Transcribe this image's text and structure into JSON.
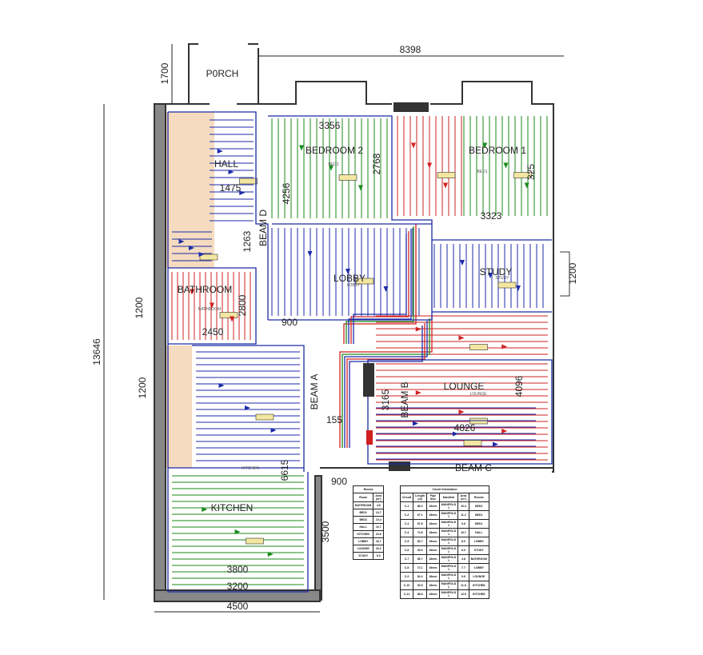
{
  "dimensions": {
    "top_width": "8398",
    "porch_depth": "1700",
    "overall_height": "13646",
    "bottom_width": "4500",
    "window_left_1": "1200",
    "window_left_2": "1200",
    "window_right": "1200"
  },
  "rooms": {
    "porch": {
      "label": "P0RCH"
    },
    "hall": {
      "label": "HALL",
      "dim_w": "1475",
      "dim_a": "4256",
      "dim_b": "1263"
    },
    "bedroom2": {
      "label": "BEDROOM 2",
      "tag": "BED2",
      "dim_w": "3356",
      "dim_h": "2768"
    },
    "bedroom1": {
      "label": "BEDROOM 1",
      "tag": "BED1",
      "dim_w": "3323",
      "dim_h": "325"
    },
    "lobby": {
      "label": "LOBBY",
      "tag": "LOBBY",
      "door": "900"
    },
    "study": {
      "label": "STUDY",
      "tag": "STUDY"
    },
    "bathroom": {
      "label": "BATHROOM",
      "tag": "BATHROOM",
      "dim_w": "2450",
      "dim_h": "2800"
    },
    "lounge": {
      "label": "LOUNGE",
      "tag": "LOUNGE",
      "dim_w": "4826",
      "dim_h": "4096",
      "dim_c": "3165",
      "dim_d": "155"
    },
    "kitchen": {
      "label": "KITCHEN",
      "tag": "KITCHEN",
      "dim_w1": "3800",
      "dim_w2": "3200",
      "dim_h": "6615",
      "dim_h2": "3500",
      "door": "900"
    }
  },
  "beams": [
    "BEAM A",
    "BEAM B",
    "BEAM C",
    "BEAM D"
  ],
  "rooms_table": {
    "title": "Rooms",
    "headers": [
      "Room",
      "Area (m²)"
    ],
    "rows": [
      [
        "BATHROOM",
        "4.8"
      ],
      [
        "BED1",
        "14.7"
      ],
      [
        "BED2",
        "10.4"
      ],
      [
        "HALL",
        "10.7"
      ],
      [
        "KITCHEN",
        "24.6"
      ],
      [
        "LOBBY",
        "16.7"
      ],
      [
        "LOUNGE",
        "20.2"
      ],
      [
        "STUDY",
        "6.0"
      ]
    ]
  },
  "circuit_table": {
    "title": "Circuit Information",
    "headers": [
      "Circuit",
      "Length (m)",
      "Pipe Size",
      "Manifold",
      "Area (m²)",
      "Rooms"
    ],
    "rows": [
      [
        "C-1",
        "86.0",
        "16mm",
        "MANIFOLD 1",
        "10.4",
        "BED2"
      ],
      [
        "C-2",
        "97.1",
        "16mm",
        "MANIFOLD 1",
        "11.2",
        "BED1"
      ],
      [
        "C-3",
        "67.8",
        "16mm",
        "MANIFOLD 1",
        "9.6",
        "BED1"
      ],
      [
        "C-4",
        "74.8",
        "16mm",
        "MANIFOLD 1",
        "10.7",
        "HALL"
      ],
      [
        "C-5",
        "83.7",
        "16mm",
        "MANIFOLD 1",
        "8.0",
        "LOBBY"
      ],
      [
        "C-6",
        "49.6",
        "16mm",
        "MANIFOLD 1",
        "6.0",
        "STUDY"
      ],
      [
        "C-7",
        "56.7",
        "16mm",
        "MANIFOLD 1",
        "4.8",
        "BATHROOM"
      ],
      [
        "C-8",
        "72.1",
        "16mm",
        "MANIFOLD 1",
        "7.7",
        "LOBBY"
      ],
      [
        "C-9",
        "84.4",
        "16mm",
        "MANIFOLD 1",
        "9.6",
        "LOUNGE"
      ],
      [
        "C-10",
        "92.6",
        "16mm",
        "MANIFOLD 1",
        "11.6",
        "KITCHEN"
      ],
      [
        "C-11",
        "88.6",
        "16mm",
        "MANIFOLD 1",
        "12.6",
        "KITCHEN"
      ]
    ]
  },
  "colors": {
    "wall": "#333333",
    "pipe_red": "#d22020",
    "pipe_green": "#1a8a1a",
    "pipe_blue": "#1c2aa8",
    "floor_unheated": "#f5dcc0",
    "outline": "#1c2aa8"
  }
}
